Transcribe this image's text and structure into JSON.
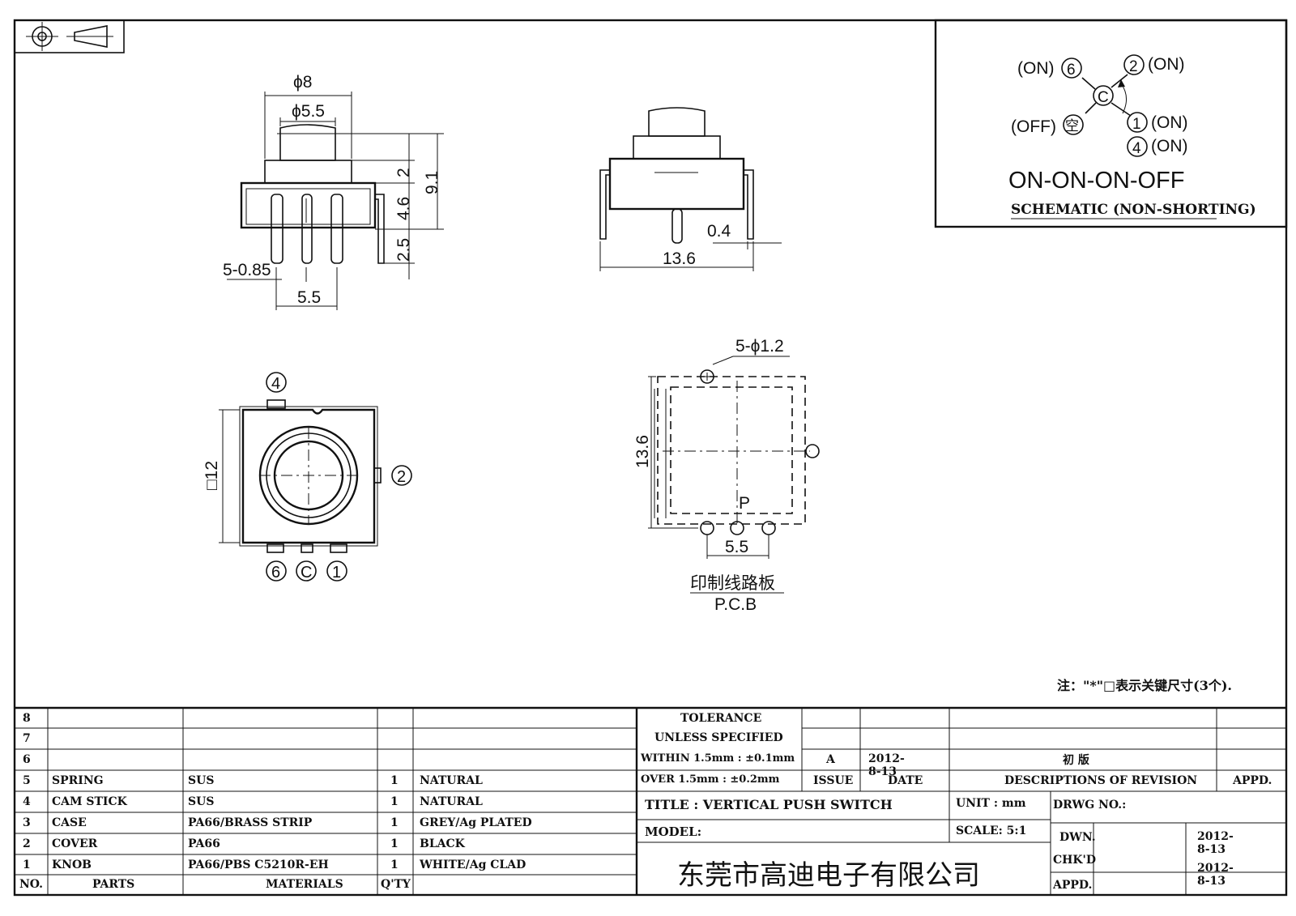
{
  "projection_symbol": "first-angle-projection-icon",
  "front_view": {
    "dim_phi8": "ϕ8",
    "dim_phi55": "ϕ5.5",
    "dim_2": "2",
    "dim_46": "4.6",
    "dim_91": "9.1",
    "dim_25": "2.5",
    "dim_pins": "5-0.85",
    "dim_55": "5.5"
  },
  "side_view": {
    "dim_04": "0.4",
    "dim_136": "13.6"
  },
  "top_view": {
    "dim_12": "□12",
    "pin_4": "4",
    "pin_2": "2",
    "pin_6": "6",
    "pin_c": "C",
    "pin_1": "1"
  },
  "pcb_view": {
    "holes": "5-ϕ1.2",
    "dim_136": "13.6",
    "p_label": "P",
    "dim_55": "5.5",
    "title_cn": "印制线路板",
    "title_en": "P.C.B"
  },
  "schematic": {
    "t6": "(ON)",
    "n6": "6",
    "n2": "2",
    "t2": "(ON)",
    "center": "C",
    "toff": "(OFF)",
    "noff": "空",
    "n1": "1",
    "t1": "(ON)",
    "n4": "4",
    "t4": "(ON)",
    "sequence": "ON-ON-ON-OFF",
    "caption": "SCHEMATIC (NON-SHORTING)"
  },
  "note": "注：\"*\"□表示关键尺寸(3个).",
  "parts": {
    "rows": [
      {
        "no": "8",
        "part": "",
        "material": "",
        "qty": "",
        "finish": ""
      },
      {
        "no": "7",
        "part": "",
        "material": "",
        "qty": "",
        "finish": ""
      },
      {
        "no": "6",
        "part": "",
        "material": "",
        "qty": "",
        "finish": ""
      },
      {
        "no": "5",
        "part": "SPRING",
        "material": "SUS",
        "qty": "1",
        "finish": "NATURAL"
      },
      {
        "no": "4",
        "part": "CAM STICK",
        "material": "SUS",
        "qty": "1",
        "finish": "NATURAL"
      },
      {
        "no": "3",
        "part": "CASE",
        "material": "PA66/BRASS STRIP",
        "qty": "1",
        "finish": "GREY/Ag PLATED"
      },
      {
        "no": "2",
        "part": "COVER",
        "material": "PA66",
        "qty": "1",
        "finish": "BLACK"
      },
      {
        "no": "1",
        "part": "KNOB",
        "material": "PA66/PBS C5210R-EH",
        "qty": "1",
        "finish": "WHITE/Ag CLAD"
      }
    ],
    "header": {
      "no": "NO.",
      "part": "PARTS",
      "material": "MATERIALS",
      "qty": "Q'TY"
    }
  },
  "tolerance": {
    "line1": "TOLERANCE",
    "line2": "UNLESS SPECIFIED",
    "line3": "WITHIN 1.5mm : ±0.1mm",
    "line4": "OVER 1.5mm : ±0.2mm"
  },
  "revision": {
    "issue_val": "A",
    "date_val": "2012-8-13",
    "desc_val": "初 版",
    "issue_hdr": "ISSUE",
    "date_hdr": "DATE",
    "desc_hdr": "DESCRIPTIONS OF REVISION",
    "appd_hdr": "APPD."
  },
  "title_block": {
    "title": "TITLE : VERTICAL PUSH SWITCH",
    "unit": "UNIT : mm",
    "drwg_no": "DRWG NO.:",
    "model": "MODEL:",
    "scale": "SCALE: 5:1",
    "dwn": "DWN.",
    "dwn_date": "2012-8-13",
    "chkd": "CHK'D",
    "chkd_date": "2012-8-13",
    "appd": "APPD.",
    "company": "东莞市高迪电子有限公司"
  }
}
